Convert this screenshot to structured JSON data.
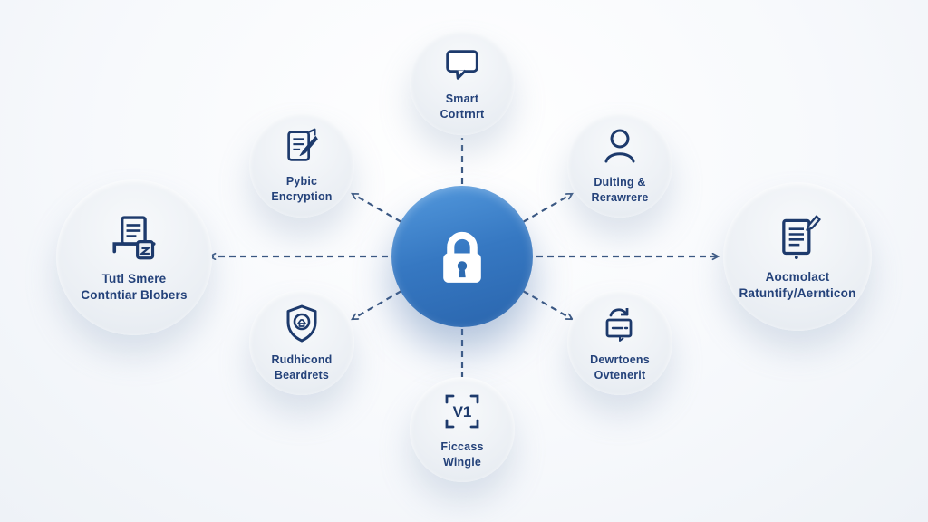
{
  "diagram": {
    "title": "security-hub-spoke-diagram",
    "hub": {
      "icon": "lock-icon",
      "color_top": "#549ade",
      "color_bottom": "#2a65ad"
    },
    "nodes": {
      "top": {
        "icon": "speech-bubble-icon",
        "label_lines": [
          "Smart",
          "Cortrnrt"
        ]
      },
      "upper_left": {
        "icon": "clipboard-pencil-icon",
        "label_lines": [
          "Pybic",
          "Encryption"
        ]
      },
      "upper_right": {
        "icon": "person-icon",
        "label_lines": [
          "Duiting &",
          "Rerawrere"
        ]
      },
      "left": {
        "icon": "printer-document-icon",
        "label_lines": [
          "Tutl Smere",
          "Contntiar Blobers"
        ]
      },
      "right": {
        "icon": "document-pen-icon",
        "label_lines": [
          "Aocmolact",
          "Ratuntify/Aernticon"
        ]
      },
      "lower_left": {
        "icon": "shield-check-icon",
        "label_lines": [
          "Rudhicond",
          "Beardrets"
        ]
      },
      "lower_right": {
        "icon": "box-sync-icon",
        "label_lines": [
          "Dewrtoens",
          "Ovtenerit"
        ]
      },
      "bottom": {
        "icon": "version-frame-icon",
        "label_lines": [
          "Ficcass",
          "Wingle"
        ]
      }
    },
    "connectors": {
      "style": "dashed",
      "color": "#2a4a78",
      "direction": "outward-arrows",
      "count": 8
    },
    "colors": {
      "icon_navy": "#1d3a6c",
      "label_navy": "#24427a",
      "circle_fill": "#eaeef3",
      "background": "#f6f8fb"
    }
  }
}
